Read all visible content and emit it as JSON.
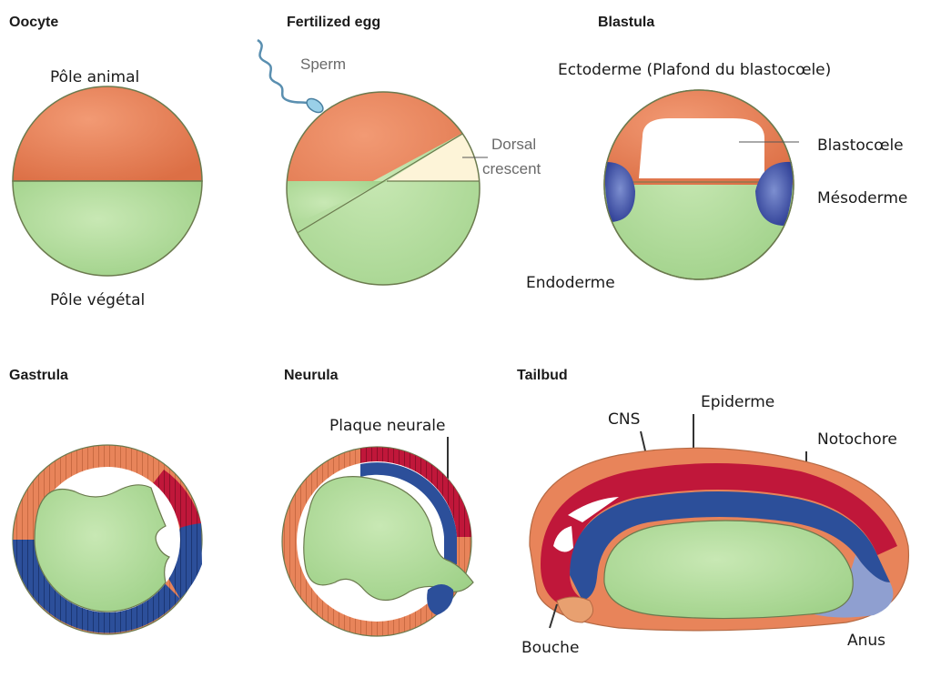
{
  "panels": {
    "oocyte": {
      "title": "Oocyte",
      "labels": {
        "animal_pole": "Pôle animal",
        "vegetal_pole": "Pôle végétal"
      }
    },
    "fertilized_egg": {
      "title": "Fertilized egg",
      "labels": {
        "sperm": "Sperm",
        "dorsal_line1": "Dorsal",
        "dorsal_line2": "crescent"
      }
    },
    "blastula": {
      "title": "Blastula",
      "labels": {
        "ectoderm": "Ectoderme (Plafond  du blastocœle)",
        "blastocoel": "Blastocœle",
        "mesoderm": "Mésoderme",
        "endoderm": "Endoderme"
      }
    },
    "gastrula": {
      "title": "Gastrula"
    },
    "neurula": {
      "title": "Neurula",
      "labels": {
        "neural_plate": "Plaque neurale"
      }
    },
    "tailbud": {
      "title": "Tailbud",
      "labels": {
        "cns": "CNS",
        "epidermis": "Epiderme",
        "notochord": "Notochore",
        "mouth": "Bouche",
        "anus": "Anus"
      }
    }
  },
  "colors": {
    "ectoderm": "#e8845a",
    "endoderm": "#b5dca0",
    "mesoderm": "#2c4f9a",
    "neural": "#c0173a",
    "dorsal_crescent": "#fdf4d8",
    "outline": "#6b7a4e"
  }
}
